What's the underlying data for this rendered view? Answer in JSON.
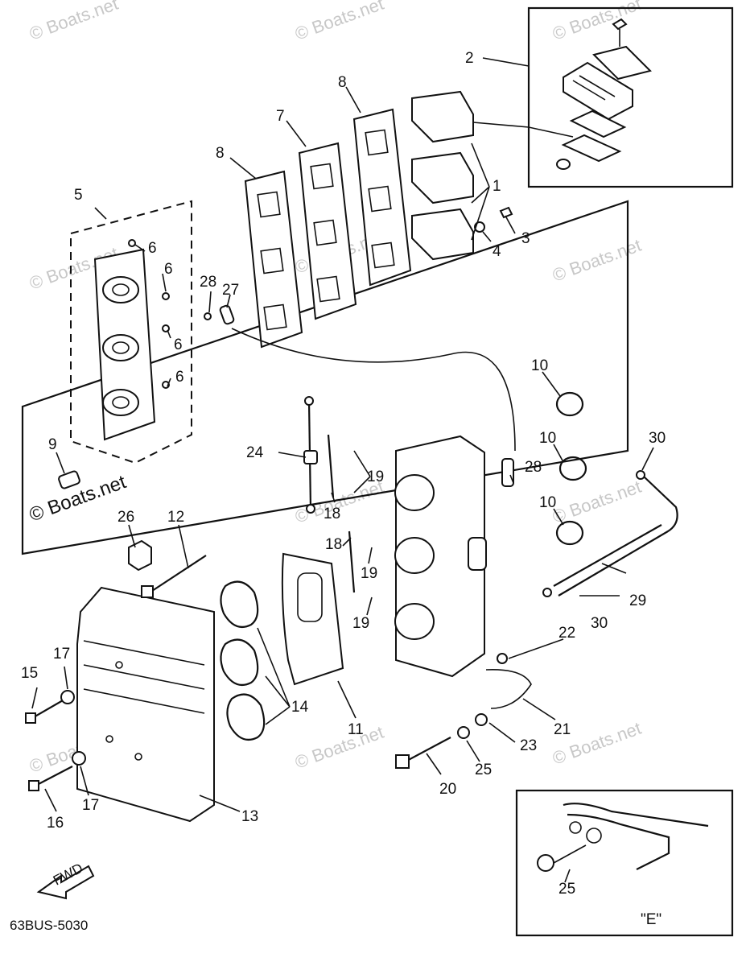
{
  "diagram": {
    "code": "63BUS-5030",
    "view_label": "\"E\"",
    "fwd_label": "FWD",
    "watermark_text": "© Boats.net",
    "callouts": [
      "1",
      "2",
      "3",
      "4",
      "5",
      "6",
      "6",
      "6",
      "6",
      "7",
      "8",
      "8",
      "9",
      "10",
      "10",
      "10",
      "11",
      "12",
      "13",
      "14",
      "15",
      "16",
      "17",
      "17",
      "18",
      "18",
      "19",
      "19",
      "19",
      "20",
      "21",
      "22",
      "23",
      "24",
      "25",
      "25",
      "26",
      "27",
      "28",
      "28",
      "29",
      "30",
      "30"
    ]
  }
}
